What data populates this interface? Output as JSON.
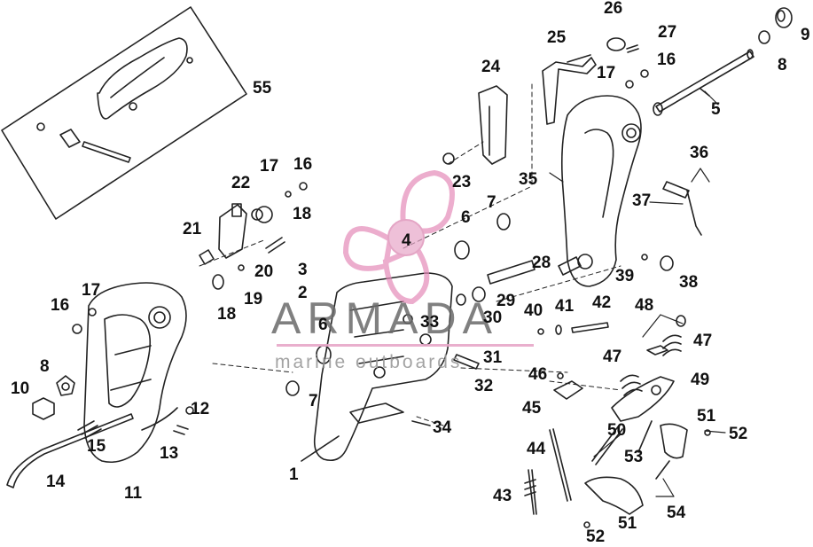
{
  "watermark": {
    "main": "ARMADA",
    "sub": "marine outboards",
    "accent": "#e7a6c8"
  },
  "diagram": {
    "stroke": "#222222",
    "labels": [
      {
        "id": "l1",
        "text": "1"
      },
      {
        "id": "l2",
        "text": "2"
      },
      {
        "id": "l3",
        "text": "3"
      },
      {
        "id": "l4",
        "text": "4"
      },
      {
        "id": "l5",
        "text": "5"
      },
      {
        "id": "l6a",
        "text": "6"
      },
      {
        "id": "l6b",
        "text": "6"
      },
      {
        "id": "l7a",
        "text": "7"
      },
      {
        "id": "l7b",
        "text": "7"
      },
      {
        "id": "l8a",
        "text": "8"
      },
      {
        "id": "l8b",
        "text": "8"
      },
      {
        "id": "l9",
        "text": "9"
      },
      {
        "id": "l10",
        "text": "10"
      },
      {
        "id": "l11",
        "text": "11"
      },
      {
        "id": "l12",
        "text": "12"
      },
      {
        "id": "l13",
        "text": "13"
      },
      {
        "id": "l14",
        "text": "14"
      },
      {
        "id": "l15",
        "text": "15"
      },
      {
        "id": "l16a",
        "text": "16"
      },
      {
        "id": "l16b",
        "text": "16"
      },
      {
        "id": "l16c",
        "text": "16"
      },
      {
        "id": "l17a",
        "text": "17"
      },
      {
        "id": "l17b",
        "text": "17"
      },
      {
        "id": "l17c",
        "text": "17"
      },
      {
        "id": "l18a",
        "text": "18"
      },
      {
        "id": "l18b",
        "text": "18"
      },
      {
        "id": "l19",
        "text": "19"
      },
      {
        "id": "l20",
        "text": "20"
      },
      {
        "id": "l21",
        "text": "21"
      },
      {
        "id": "l22",
        "text": "22"
      },
      {
        "id": "l23",
        "text": "23"
      },
      {
        "id": "l24",
        "text": "24"
      },
      {
        "id": "l25",
        "text": "25"
      },
      {
        "id": "l26",
        "text": "26"
      },
      {
        "id": "l27",
        "text": "27"
      },
      {
        "id": "l28",
        "text": "28"
      },
      {
        "id": "l29",
        "text": "29"
      },
      {
        "id": "l30",
        "text": "30"
      },
      {
        "id": "l31",
        "text": "31"
      },
      {
        "id": "l32",
        "text": "32"
      },
      {
        "id": "l33",
        "text": "33"
      },
      {
        "id": "l34",
        "text": "34"
      },
      {
        "id": "l35",
        "text": "35"
      },
      {
        "id": "l36",
        "text": "36"
      },
      {
        "id": "l37",
        "text": "37"
      },
      {
        "id": "l38",
        "text": "38"
      },
      {
        "id": "l39",
        "text": "39"
      },
      {
        "id": "l40",
        "text": "40"
      },
      {
        "id": "l41",
        "text": "41"
      },
      {
        "id": "l42",
        "text": "42"
      },
      {
        "id": "l43",
        "text": "43"
      },
      {
        "id": "l44",
        "text": "44"
      },
      {
        "id": "l45",
        "text": "45"
      },
      {
        "id": "l46",
        "text": "46"
      },
      {
        "id": "l47a",
        "text": "47"
      },
      {
        "id": "l47b",
        "text": "47"
      },
      {
        "id": "l48",
        "text": "48"
      },
      {
        "id": "l49",
        "text": "49"
      },
      {
        "id": "l50",
        "text": "50"
      },
      {
        "id": "l51a",
        "text": "51"
      },
      {
        "id": "l51b",
        "text": "51"
      },
      {
        "id": "l52a",
        "text": "52"
      },
      {
        "id": "l52b",
        "text": "52"
      },
      {
        "id": "l53",
        "text": "53"
      },
      {
        "id": "l54",
        "text": "54"
      },
      {
        "id": "l55",
        "text": "55"
      }
    ]
  }
}
